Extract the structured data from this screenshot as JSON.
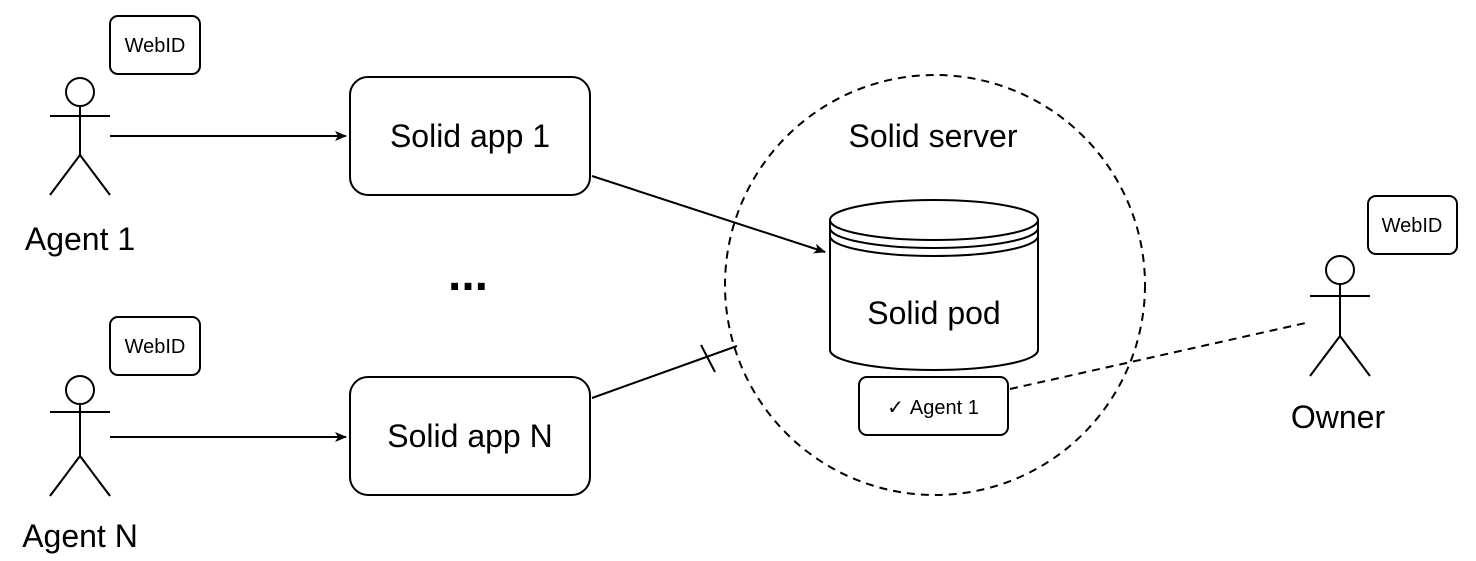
{
  "agents": [
    {
      "label": "Agent 1",
      "badge": "WebID"
    },
    {
      "label": "Agent N",
      "badge": "WebID"
    }
  ],
  "apps": [
    {
      "label": "Solid app 1"
    },
    {
      "label": "Solid app N"
    }
  ],
  "ellipsis": "...",
  "server": {
    "label": "Solid server"
  },
  "pod": {
    "label": "Solid pod"
  },
  "acl": {
    "check": "✓",
    "label": "Agent 1"
  },
  "owner": {
    "label": "Owner",
    "badge": "WebID"
  }
}
